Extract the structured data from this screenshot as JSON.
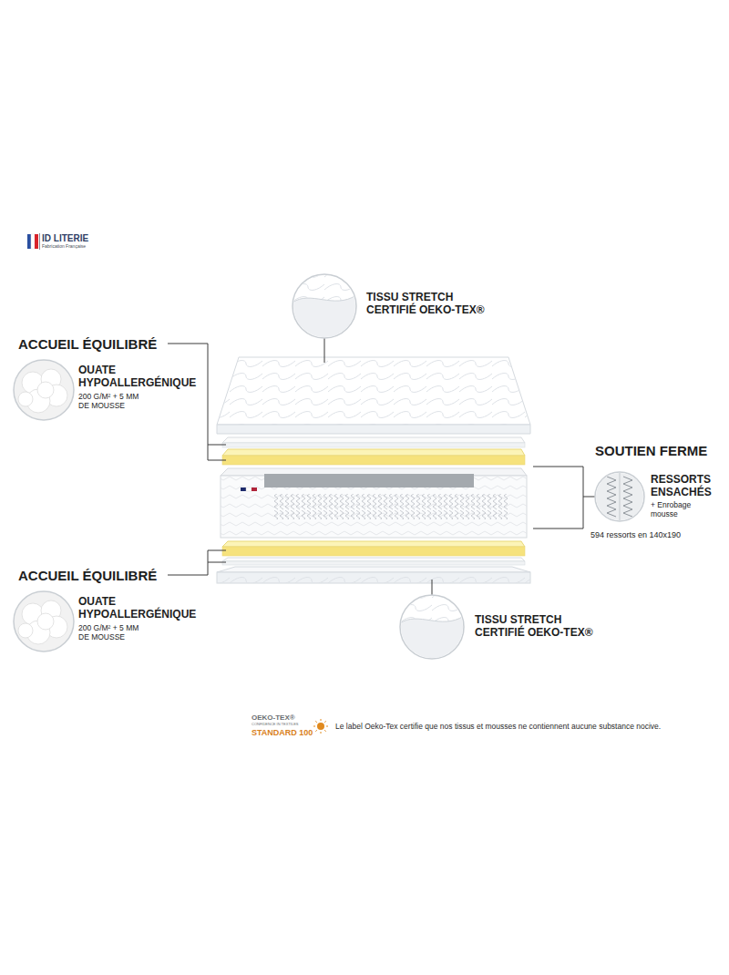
{
  "diagram": {
    "nodes": [
      {
        "text": [
          "TISSU STRETCH CERTIFIÉ OEKO-TEX®"
        ]
      },
      {
        "text": [
          "ACCUEIL ÉQUILIBRÉ",
          "OUATE HYPOALLERGÉNIQUE",
          "200 G/M² + 5 MM DE MOUSSE"
        ]
      },
      {
        "text": [
          "SOUTIEN FERME",
          "RESSORTS ENSACHÉS",
          "+ Enrobage mousse",
          "594 ressorts en 140x190"
        ]
      },
      {
        "text": [
          "ACCUEIL ÉQUILIBRÉ",
          "OUATE HYPOALLERGÉNIQUE",
          "200 G/M² + 5 MM DE MOUSSE"
        ]
      },
      {
        "text": [
          "TISSU STRETCH CERTIFIÉ OEKO-TEX®"
        ]
      }
    ],
    "labels": [
      "ID LITERIE",
      "Fabrication Française",
      "OEKO-TEX®",
      "CONFIDENCE IN TEXTILES",
      "STANDARD 100",
      "Le label Oeko-Tex certifie que nos tissus et mousses ne contiennent aucune substance nocive."
    ]
  }
}
